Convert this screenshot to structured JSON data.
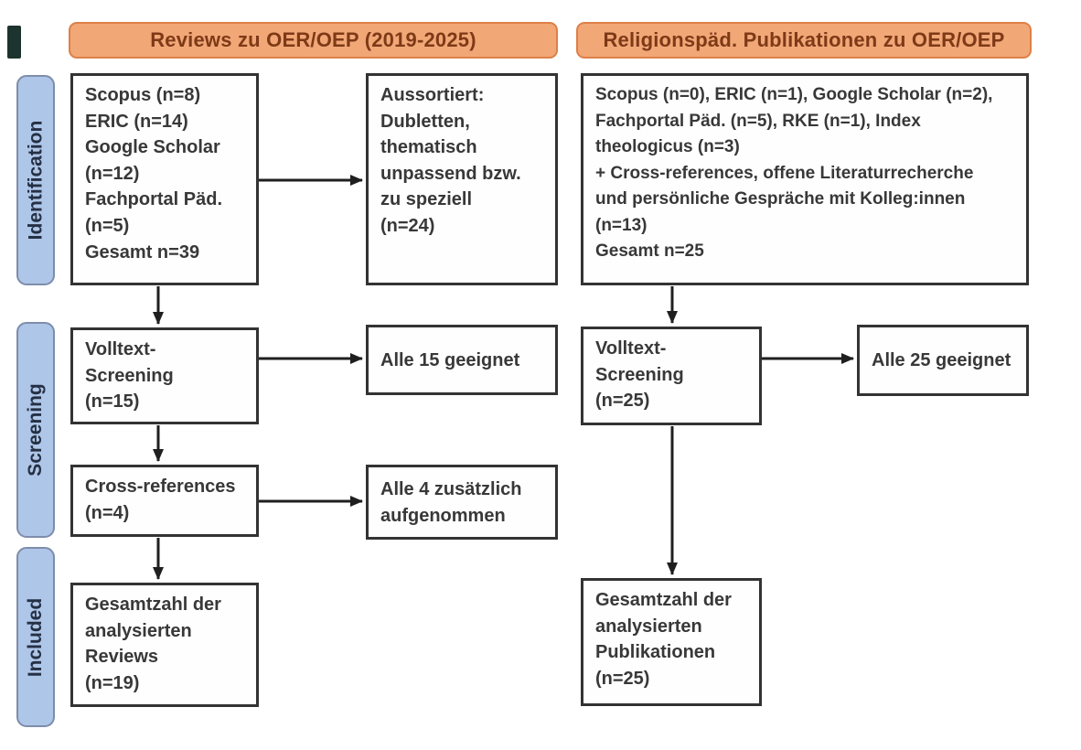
{
  "diagram": {
    "headers": {
      "left": "Reviews zu OER/OEP (2019-2025)",
      "right": "Religionspäd. Publikationen zu OER/OEP"
    },
    "stage_labels": {
      "identification": "Identification",
      "screening": "Screening",
      "included": "Included"
    },
    "boxes": {
      "reviews_sources": "Scopus (n=8)\nERIC (n=14)\nGoogle Scholar\n(n=12)\nFachportal Päd.\n(n=5)\nGesamt n=39",
      "reviews_excluded": "Aussortiert:\nDubletten,\nthematisch\nunpassend bzw.\nzu speziell\n(n=24)",
      "publications_sources": "Scopus (n=0), ERIC (n=1), Google Scholar (n=2),\nFachportal Päd. (n=5), RKE (n=1), Index\ntheologicus (n=3)\n+ Cross-references, offene Literaturrecherche\nund persönliche Gespräche mit Kolleg:innen\n(n=13)\nGesamt n=25",
      "reviews_fulltext": "Volltext-\nScreening\n(n=15)",
      "reviews_fulltext_result": "Alle 15 geeignet",
      "reviews_crossref": "Cross-references\n(n=4)",
      "reviews_crossref_result": "Alle 4 zusätzlich\naufgenommen",
      "reviews_included": "Gesamtzahl der\nanalysierten\nReviews\n(n=19)",
      "publications_fulltext": "Volltext-\nScreening\n(n=25)",
      "publications_fulltext_result": "Alle 25 geeignet",
      "publications_included": "Gesamtzahl der\nanalysierten\nPublikationen\n(n=25)"
    },
    "colors": {
      "header_fill": "#f2a777",
      "header_border": "#dd8047",
      "header_text": "#7e3a17",
      "stage_fill": "#aec6e8",
      "stage_border": "#7e8dab",
      "stage_text": "#253044",
      "box_border": "#333333",
      "box_text": "#383838",
      "arrow": "#1f1f1f"
    }
  }
}
